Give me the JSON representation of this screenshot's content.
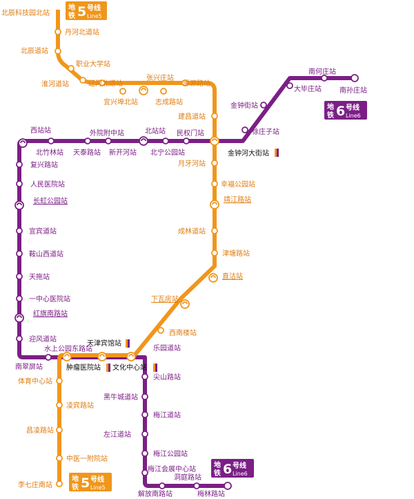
{
  "colors": {
    "line5": "#f0961c",
    "line6": "#7b1f86",
    "transfer": "#f0961c"
  },
  "badges": {
    "top5": {
      "char1": "地",
      "char2": "铁",
      "num": "5",
      "name": "号线",
      "en": "Line5"
    },
    "right6": {
      "char1": "地",
      "char2": "铁",
      "num": "6",
      "name": "号线",
      "en": "Line6"
    },
    "bottom6": {
      "char1": "地",
      "char2": "铁",
      "num": "6",
      "name": "号线",
      "en": "Line6"
    },
    "bottom5": {
      "char1": "地",
      "char2": "铁",
      "num": "5",
      "name": "号线",
      "en": "Line5"
    }
  },
  "line5_stations": [
    "北辰科技园北站",
    "丹河北道站",
    "北辰道站",
    "职业大学站",
    "淮河道站",
    "辽河北道站",
    "宜兴埠北站",
    "张兴庄站",
    "志成路站",
    "思源路站",
    "建昌道站",
    "金钟河大街站",
    "月牙河站",
    "幸福公园站",
    "靖江路站",
    "成林道站",
    "津塘路站",
    "直沽站",
    "下瓦房站",
    "西南楼站",
    "文化中心站",
    "天津宾馆站",
    "肿瘤医院站",
    "体育中心站",
    "凌宾路站",
    "昌凌路站",
    "中医一附院站",
    "李七庄南站"
  ],
  "line6_stations": [
    "南孙庄站",
    "南何庄站",
    "大毕庄站",
    "金钟街站",
    "徐庄子站",
    "金钟河大街站",
    "民权门站",
    "北宁公园站",
    "北站站",
    "新开河站",
    "外院附中站",
    "天泰路站",
    "北竹林站",
    "西站站",
    "复兴路站",
    "人民医院站",
    "长虹公园站",
    "宜宾道站",
    "鞍山西道站",
    "天拖站",
    "一中心医院站",
    "红旗南路站",
    "迎风道站",
    "南翠屏站",
    "水上公园东路站",
    "肿瘤医院站",
    "天津宾馆站",
    "文化中心站",
    "乐园道站",
    "尖山路站",
    "黑牛城道站",
    "梅江道站",
    "左江道站",
    "梅江公园站",
    "梅江会展中心站",
    "解放南路站",
    "洞庭路站",
    "梅林路站"
  ],
  "labels": {
    "s5_01": "北辰科技园北站",
    "s5_02": "丹河北道站",
    "s5_03": "北辰道站",
    "s5_04": "职业大学站",
    "s5_05": "淮河道站",
    "s5_06": "辽河北道站",
    "s5_07": "宜兴埠北站",
    "s5_08": "张兴庄站",
    "s5_09": "志成路站",
    "s5_10": "思源路站",
    "s5_11": "建昌道站",
    "s5_12": "月牙河站",
    "s5_13": "幸福公园站",
    "s5_14": "靖江路站",
    "s5_15": "成林道站",
    "s5_16": "津塘路站",
    "s5_17": "直沽站",
    "s5_18": "下瓦房站",
    "s5_19": "西南楼站",
    "s5_20": "体育中心站",
    "s5_21": "凌宾路站",
    "s5_22": "昌凌路站",
    "s5_23": "中医一附院站",
    "s5_24": "李七庄南站",
    "s6_01": "南何庄站",
    "s6_02": "大毕庄站",
    "s6_03": "南孙庄站",
    "s6_04": "金钟街站",
    "s6_05": "徐庄子站",
    "s6_06": "西站站",
    "s6_07": "外院附中站",
    "s6_08": "北站站",
    "s6_09": "民权门站",
    "s6_10": "北竹林站",
    "s6_11": "天泰路站",
    "s6_12": "新开河站",
    "s6_13": "北宁公园站",
    "s6_14": "复兴路站",
    "s6_15": "人民医院站",
    "s6_16": "长虹公园站",
    "s6_17": "宜宾道站",
    "s6_18": "鞍山西道站",
    "s6_19": "天拖站",
    "s6_20": "一中心医院站",
    "s6_21": "红旗南路站",
    "s6_22": "迎风道站",
    "s6_23": "水上公园东路站",
    "s6_24": "南翠屏站",
    "s6_25": "乐园道站",
    "s6_26": "尖山路站",
    "s6_27": "黑牛城道站",
    "s6_28": "梅江道站",
    "s6_29": "左江道站",
    "s6_30": "梅江公园站",
    "s6_31": "梅江会展中心站",
    "s6_32": "洞庭路站",
    "s6_33": "解放南路站",
    "s6_34": "梅林路站",
    "x_01": "金钟河大街站",
    "x_02": "天津宾馆站",
    "x_03": "肿瘤医院站",
    "x_04": "文化中心站"
  }
}
